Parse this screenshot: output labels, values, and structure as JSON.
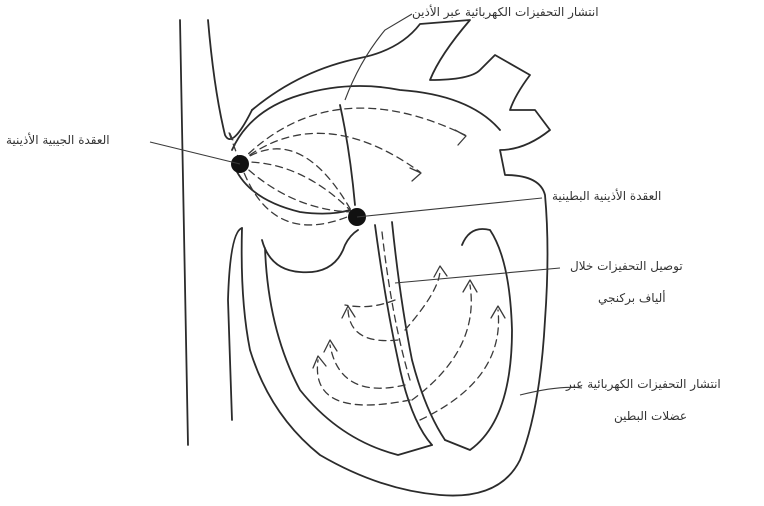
{
  "labels": {
    "atrial_spread": "انتشار التحفيزات الكهربائية عبر الأذين",
    "sa_node": "العقدة الجيبية الأذينية",
    "av_node": "العقدة الأذينية البطينية",
    "purkinje_line1": "توصيل التحفيزات خلال",
    "purkinje_line2": "ألياف بركنجي",
    "vent_line1": "انتشار التحفيزات الكهربائية عبر",
    "vent_line2": "عضلات البطين"
  }
}
